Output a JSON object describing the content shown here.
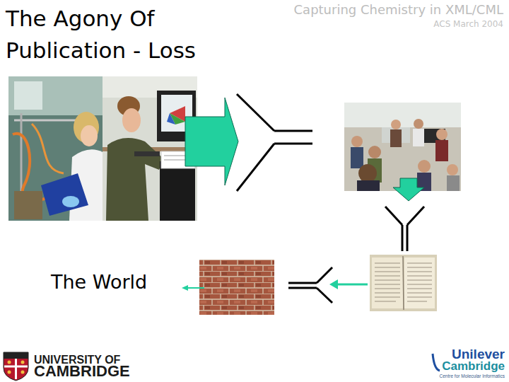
{
  "diagram": {
    "title": "The Agony Of Publication - Loss",
    "labels": [
      "Capturing Chemistry in XML/CML",
      "ACS March 2004",
      "The World",
      "UNIVERSITY OF",
      "CAMBRIDGE",
      "Unilever",
      "Cambridge",
      "Centre for Molecular Informatics"
    ]
  }
}
